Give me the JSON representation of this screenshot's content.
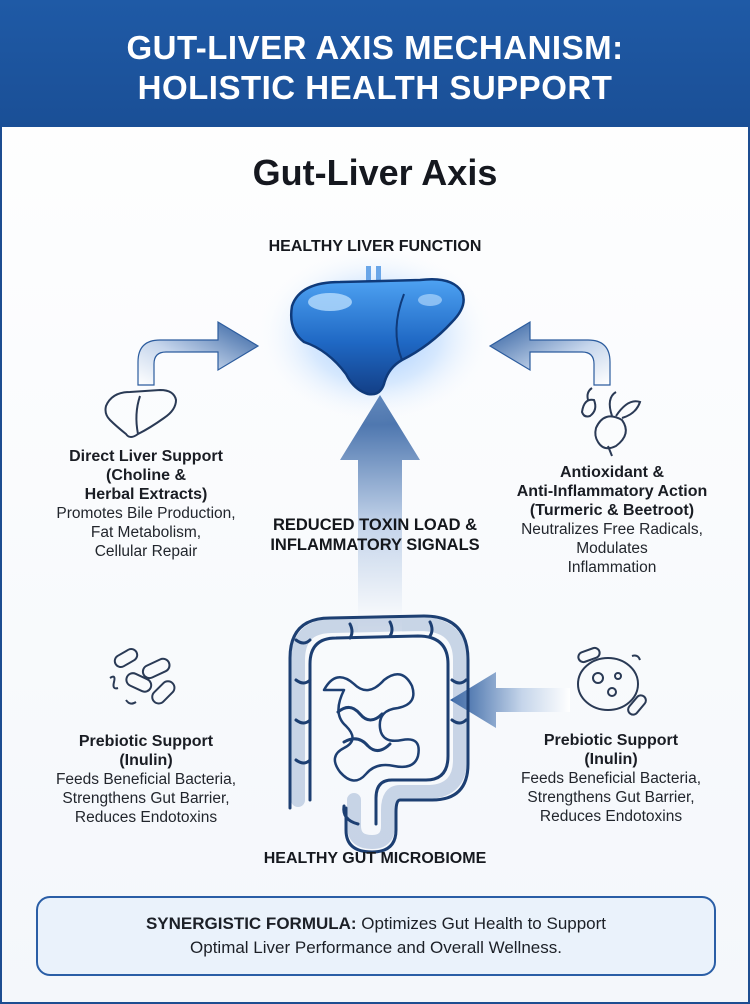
{
  "header": {
    "line1": "GUT-LIVER AXIS MECHANISM:",
    "line2": "HOLISTIC HEALTH SUPPORT"
  },
  "subtitle": "Gut-Liver Axis",
  "top_label": "HEALTHY LIVER FUNCTION",
  "bottom_label": "HEALTHY GUT MICROBIOME",
  "center_label": {
    "line1": "REDUCED TOXIN LOAD &",
    "line2": "INFLAMMATORY SIGNALS"
  },
  "left_top": {
    "title1": "Direct Liver Support",
    "title2": "(Choline &",
    "title3": "Herbal Extracts)",
    "desc1": "Promotes Bile Production,",
    "desc2": "Fat Metabolism,",
    "desc3": "Cellular Repair"
  },
  "right_top": {
    "title1": "Antioxidant &",
    "title2": "Anti-Inflammatory Action",
    "title3": "(Turmeric & Beetroot)",
    "desc1": "Neutralizes Free Radicals,",
    "desc2": "Modulates",
    "desc3": "Inflammation"
  },
  "left_bottom": {
    "title1": "Prebiotic Support",
    "title2": "(Inulin)",
    "desc1": "Feeds Beneficial Bacteria,",
    "desc2": "Strengthens Gut Barrier,",
    "desc3": "Reduces Endotoxins"
  },
  "right_bottom": {
    "title1": "Prebiotic Support",
    "title2": "(Inulin)",
    "desc1": "Feeds Beneficial Bacteria,",
    "desc2": "Strengthens Gut Barrier,",
    "desc3": "Reduces Endotoxins"
  },
  "footer": {
    "bold": "SYNERGISTIC FORMULA:",
    "text1": " Optimizes Gut Health to Support",
    "text2": "Optimal Liver Performance and Overall Wellness."
  },
  "colors": {
    "brand_blue": "#1f5aa6",
    "arrow_blue": "#2f5f9e",
    "liver_blue": "#1f6fd0"
  },
  "icons": [
    "liver-icon",
    "liver-outline-icon",
    "beetroot-icon",
    "bacteria-icon",
    "microbe-icon",
    "intestine-icon"
  ]
}
